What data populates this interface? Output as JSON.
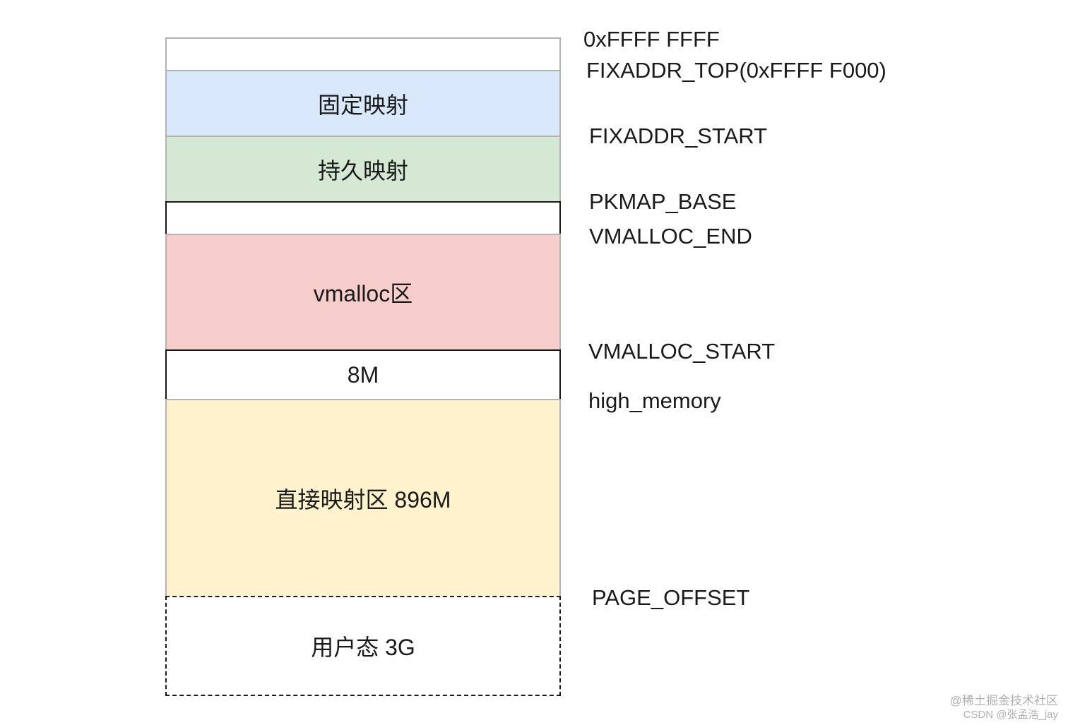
{
  "blocks": {
    "top": "",
    "fixed_map": "固定映射",
    "persistent_map": "持久映射",
    "gap": "",
    "vmalloc": "vmalloc区",
    "guard": "8M",
    "direct_map": "直接映射区 896M",
    "user_space": "用户态 3G"
  },
  "addresses": {
    "top": "0xFFFF FFFF",
    "fixaddr_top": "FIXADDR_TOP(0xFFFF F000)",
    "fixaddr_start": "FIXADDR_START",
    "pkmap_base": "PKMAP_BASE",
    "vmalloc_end": "VMALLOC_END",
    "vmalloc_start": "VMALLOC_START",
    "high_memory": "high_memory",
    "page_offset": "PAGE_OFFSET"
  },
  "colors": {
    "fixed_map": "#dae8fc",
    "persistent_map": "#d5e8d4",
    "vmalloc": "#f8cecc",
    "direct_map": "#fff2cc",
    "border_light": "#b3b3b3",
    "border_dark": "#1a1a1a"
  },
  "watermark": {
    "line1": "@稀土掘金技术社区",
    "line2": "CSDN @张孟浩_jay"
  }
}
